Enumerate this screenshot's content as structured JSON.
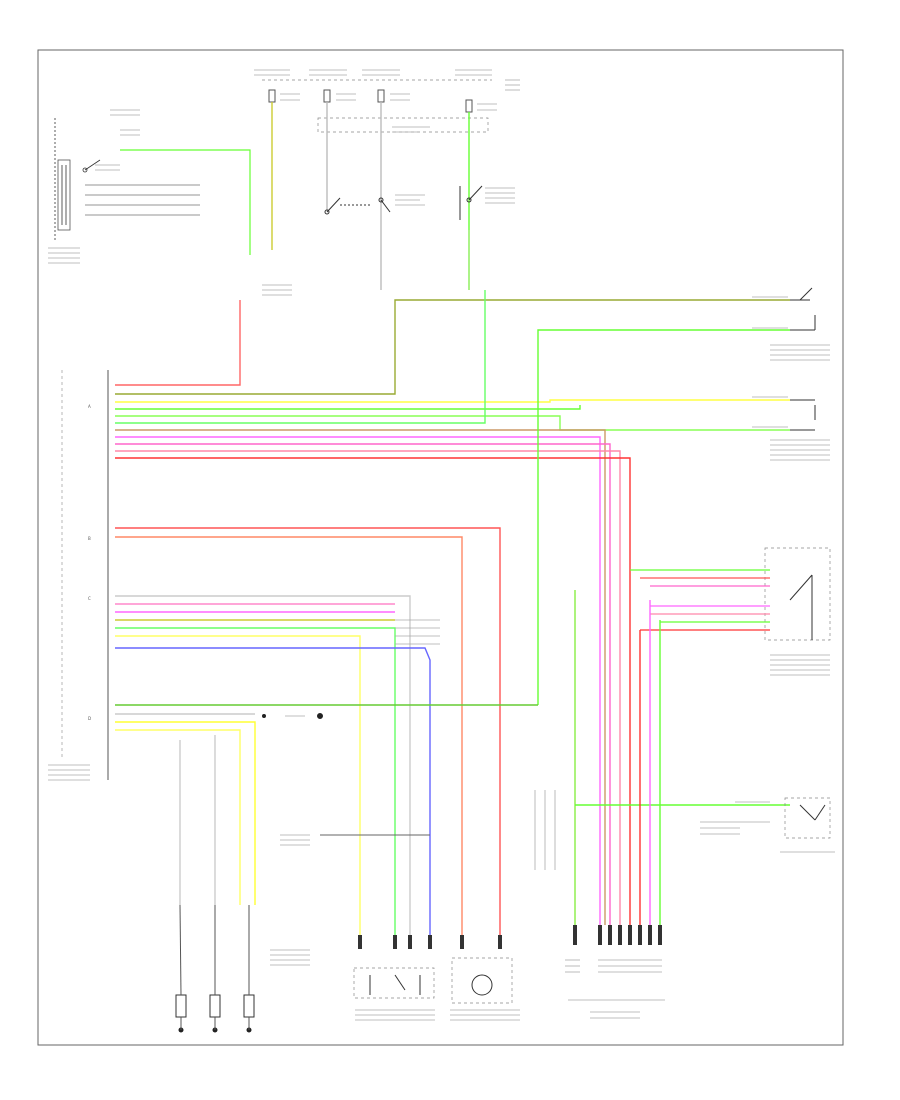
{
  "diagram": {
    "page_ref": "",
    "connector_ids": [
      "A",
      "B",
      "C",
      "D"
    ]
  },
  "colors": {
    "frame": "#666666",
    "wire_green": "#00cc00",
    "wire_light_green": "#66ff33",
    "wire_yellow": "#ffff33",
    "wire_red": "#ff3333",
    "wire_pink": "#ff66cc",
    "wire_magenta": "#ff33ff",
    "wire_brown": "#996633",
    "wire_gray": "#bbbbbb",
    "wire_blue": "#3333ff",
    "ground": "#222222"
  },
  "icons": [
    "switch-icon",
    "ground-icon",
    "solenoid-icon",
    "connector-icon",
    "relay-icon"
  ]
}
